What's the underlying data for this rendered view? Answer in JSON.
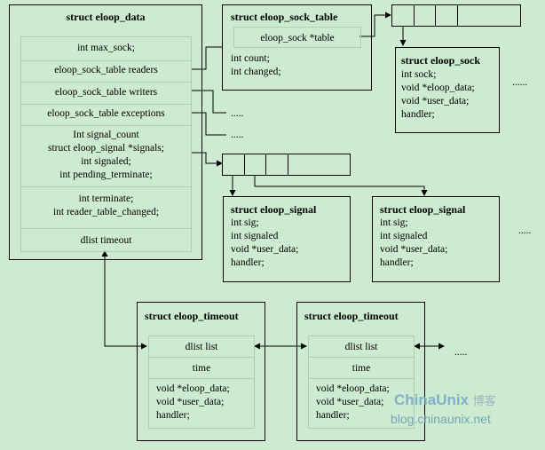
{
  "eloop_data": {
    "title": "struct eloop_data",
    "fields": [
      "int max_sock;",
      "eloop_sock_table readers",
      "eloop_sock_table writers",
      "eloop_sock_table exceptions",
      [
        "Int signal_count",
        "struct eloop_signal *signals;",
        "int signaled;",
        "int pending_terminate;"
      ],
      [
        "int terminate;",
        "int reader_table_changed;"
      ],
      "dlist timeout"
    ]
  },
  "sock_table": {
    "title": "struct eloop_sock_table",
    "inner": "eloop_sock *table",
    "fields": [
      "int count;",
      "int changed;"
    ]
  },
  "sock": {
    "title": "struct eloop_sock",
    "fields": [
      "int sock;",
      "void *eloop_data;",
      "void *user_data;",
      "handler;"
    ]
  },
  "signal1": {
    "title": "struct eloop_signal",
    "fields": [
      "int sig;",
      "int signaled",
      "void *user_data;",
      "handler;"
    ]
  },
  "signal2": {
    "title": "struct eloop_signal",
    "fields": [
      "int sig;",
      "int signaled",
      "void *user_data;",
      "handler;"
    ]
  },
  "timeout1": {
    "title": "struct eloop_timeout",
    "fields": [
      "dlist list",
      "time"
    ],
    "lines": [
      "void *eloop_data;",
      "void *user_data;",
      "handler;"
    ]
  },
  "timeout2": {
    "title": "struct eloop_timeout",
    "fields": [
      "dlist list",
      "time"
    ],
    "lines": [
      "void *eloop_data;",
      "void *user_data;",
      "handler;"
    ]
  },
  "ellipses": {
    "writers": ".....",
    "exceptions": ".....",
    "sock": "......",
    "signal": ".....",
    "timeout": "....."
  },
  "watermark": {
    "brand": "ChinaUnix",
    "cn": "博客",
    "url": "blog.chinaunix.net"
  }
}
